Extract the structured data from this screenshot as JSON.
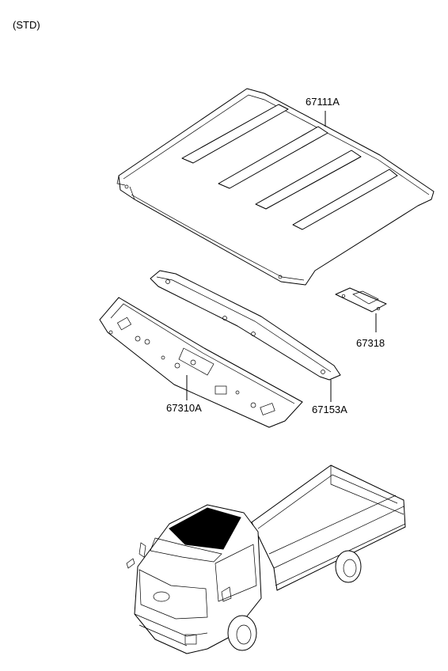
{
  "variant": "(STD)",
  "parts": {
    "roof_panel": "67111A",
    "roof_rail_front": "67310A",
    "roof_rail_center": "67153A",
    "bracket": "67318"
  }
}
